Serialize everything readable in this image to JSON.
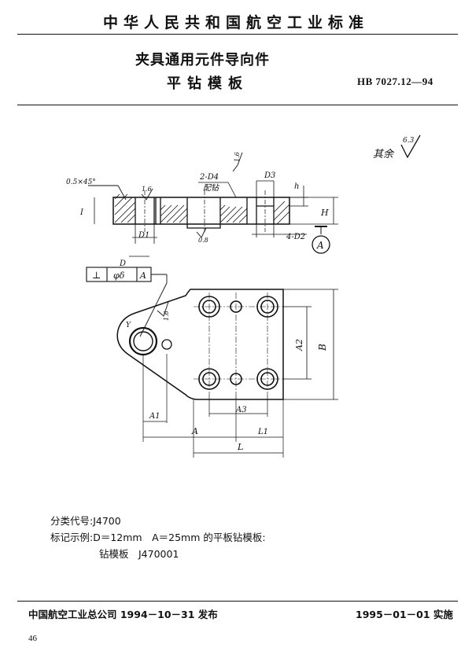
{
  "header": {
    "org_title": "中华人民共和国航空工业标准"
  },
  "document": {
    "title": "夹具通用元件导向件",
    "subtitle": "平钻模板",
    "standard_number": "HB 7027.12—94"
  },
  "drawing": {
    "roughness_note": "其余",
    "roughness_value": "6.3",
    "labels": {
      "chamfer": "0.5×45°",
      "roughness_1_6": "1.6",
      "roughness_1_6_b": "1.6",
      "roughness_1_6_c": "1.6",
      "roughness_0_8": "0.8",
      "two_d4": "2-D4",
      "pei_zuan": "配钻",
      "d3": "D3",
      "h_small": "h",
      "h_large": "H",
      "d1": "D1",
      "four_d2": "4-D2",
      "datum_a_circle": "A",
      "d_label": "D",
      "tol_symbol": "⊥",
      "tol_value": "φδ",
      "tol_datum": "A",
      "a1": "A1",
      "a2": "A2",
      "a3": "A3",
      "a": "A",
      "b": "B",
      "l1": "L1",
      "l": "L",
      "y_mark": "Y",
      "i_mark": "I"
    }
  },
  "notes": {
    "classification": "分类代号:J4700",
    "marking_example": "标记示例:D＝12mm　A＝25mm 的平板钻模板:",
    "marking_value": "钻模板　J470001"
  },
  "footer": {
    "issuer": "中国航空工业总公司 1994－10－31 发布",
    "effective": "1995－01－01 实施",
    "page_number": "46"
  }
}
